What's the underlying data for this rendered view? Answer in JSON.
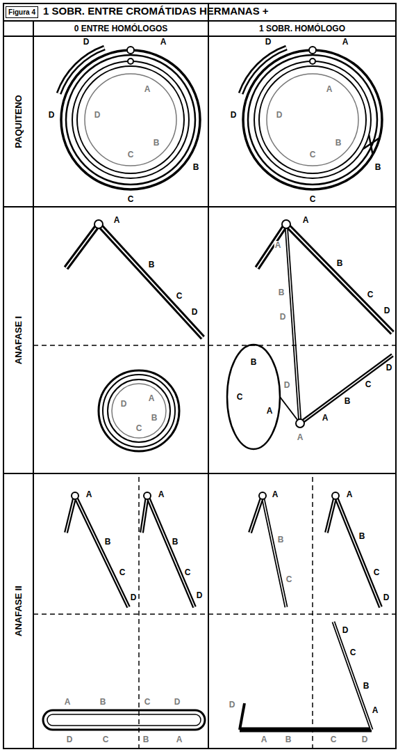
{
  "diagram": {
    "title": "1 SOBR. ENTRE CROMÁTIDAS HERMANAS +",
    "nodes": [
      {
        "text": [
          "Figura 4"
        ]
      },
      {
        "text": [
          "0 ENTRE HOMÓLOGOS"
        ]
      },
      {
        "text": [
          "1 SOBR. HOMÓLOGO"
        ]
      },
      {
        "text": [
          "PAQUITENO"
        ]
      },
      {
        "text": [
          "ANAFASE I"
        ]
      },
      {
        "text": [
          "ANAFASE II"
        ]
      }
    ],
    "labels": [
      "A",
      "A",
      "B",
      "B",
      "C",
      "C",
      "D",
      "D",
      "D",
      "A",
      "A",
      "B",
      "B",
      "C",
      "C",
      "D",
      "D",
      "D",
      "A",
      "B",
      "C",
      "D",
      "A",
      "B",
      "C",
      "D",
      "A",
      "B",
      "C",
      "D",
      "A",
      "B",
      "D",
      "D",
      "C",
      "B",
      "A",
      "B",
      "C",
      "A",
      "D",
      "A",
      "A",
      "B",
      "C",
      "D",
      "A",
      "B",
      "C",
      "D",
      "A",
      "B",
      "C",
      "D",
      "D",
      "C",
      "B",
      "A",
      "A",
      "B",
      "C",
      "A",
      "B",
      "C",
      "D",
      "D",
      "A",
      "B",
      "C",
      "D",
      "D",
      "C",
      "B",
      "A"
    ]
  }
}
